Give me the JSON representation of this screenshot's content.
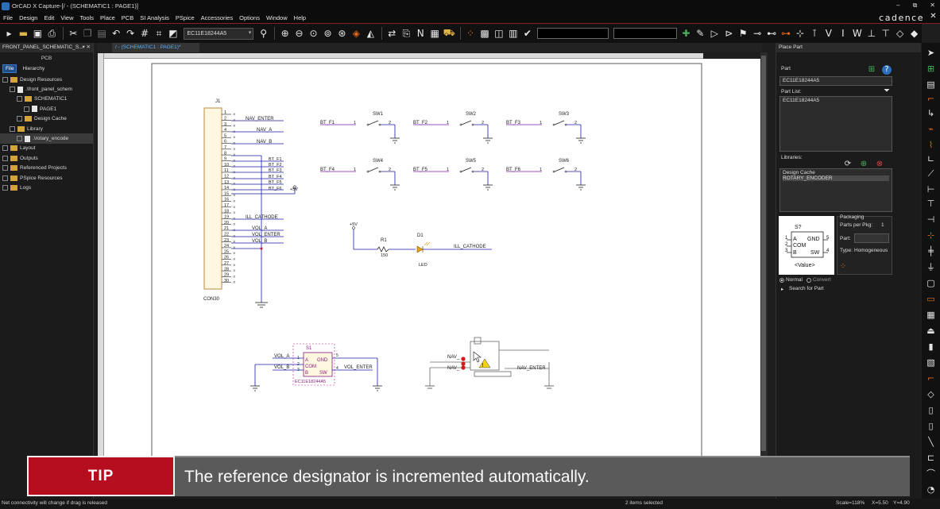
{
  "window": {
    "title": "OrCAD X Capture-[/ - (SCHEMATIC1 : PAGE1)]",
    "controls": [
      "–",
      "⧉",
      "✕"
    ]
  },
  "menu": {
    "items": [
      "File",
      "Design",
      "Edit",
      "View",
      "Tools",
      "Place",
      "PCB",
      "SI Analysis",
      "PSpice",
      "Accessories",
      "Options",
      "Window",
      "Help"
    ],
    "brand": "cadence",
    "close": "✕"
  },
  "toolbar": {
    "part_combo_value": "EC11E18244A5"
  },
  "left_panel": {
    "tab_title": "FRONT_PANEL_SCHEMATIC_S...",
    "tab_controls": "▾ ✕",
    "heading": "PCB",
    "tabs": [
      "File",
      "Hierarchy"
    ],
    "tree": [
      {
        "label": "Design Resources",
        "indent": 0,
        "icon": "folder"
      },
      {
        "label": ".\\front_panel_schem",
        "indent": 1,
        "icon": "file"
      },
      {
        "label": "SCHEMATIC1",
        "indent": 2,
        "icon": "folder"
      },
      {
        "label": "PAGE1",
        "indent": 3,
        "icon": "file"
      },
      {
        "label": "Design Cache",
        "indent": 2,
        "icon": "folder"
      },
      {
        "label": "Library",
        "indent": 1,
        "icon": "folder"
      },
      {
        "label": ".\\rotary_encode",
        "indent": 2,
        "icon": "file",
        "selected": true
      },
      {
        "label": "Layout",
        "indent": 0,
        "icon": "folder"
      },
      {
        "label": "Outputs",
        "indent": 0,
        "icon": "folder"
      },
      {
        "label": "Referenced Projects",
        "indent": 0,
        "icon": "folder"
      },
      {
        "label": "PSpice Resources",
        "indent": 0,
        "icon": "folder"
      },
      {
        "label": "Logs",
        "indent": 0,
        "icon": "folder"
      }
    ]
  },
  "document": {
    "tab_label": "/ - (SCHEMATIC1 : PAGE1)*"
  },
  "schematic": {
    "connector": {
      "ref": "J1",
      "value": "CON30",
      "pins": [
        "1",
        "2",
        "3",
        "4",
        "5",
        "6",
        "7",
        "8",
        "9",
        "10",
        "11",
        "12",
        "13",
        "14",
        "15",
        "16",
        "17",
        "18",
        "19",
        "20",
        "21",
        "22",
        "23",
        "24",
        "25",
        "26",
        "27",
        "28",
        "29",
        "30"
      ],
      "nets": [
        "NAV_ENTER",
        "NAV_A",
        "NAV_B",
        "BT_F1",
        "BT_F2",
        "BT_F3",
        "BT_F4",
        "BT_F5",
        "BT_F6",
        "ILL_CATHODE",
        "VOL_A",
        "VOL_ENTER",
        "VOL_B"
      ],
      "power": "+5V"
    },
    "switches": [
      {
        "ref": "SW1",
        "net": "BT_F1"
      },
      {
        "ref": "SW2",
        "net": "BT_F2"
      },
      {
        "ref": "SW3",
        "net": "BT_F3"
      },
      {
        "ref": "SW4",
        "net": "BT_F4"
      },
      {
        "ref": "SW5",
        "net": "BT_F5"
      },
      {
        "ref": "SW6",
        "net": "BT_F6"
      }
    ],
    "switch_pins": [
      "1",
      "2"
    ],
    "led_circuit": {
      "power": "+5V",
      "resistor_ref": "R1",
      "resistor_value": "150",
      "led_ref": "D1",
      "led_value": "LED",
      "net": "ILL_CATHODE"
    },
    "encoder": {
      "ref": "S1",
      "part": "EC11E18244A5",
      "pins": [
        "A",
        "COM",
        "B",
        "GND",
        "SW"
      ],
      "pin_numbers": [
        "1",
        "2",
        "3",
        "5",
        "4"
      ],
      "nets": [
        "VOL_A",
        "VOL_B",
        "VOL_ENTER"
      ]
    },
    "placing": {
      "nets": [
        "NAV_",
        "NAV_",
        "NAV_ENTER"
      ],
      "warning": "!"
    }
  },
  "right_panel": {
    "title": "Place Part",
    "part_label": "Part",
    "part_value": "EC11E18244A5",
    "part_list_label": "Part List:",
    "part_list_items": [
      "EC11E18244A5"
    ],
    "libraries_label": "Libraries:",
    "libraries": [
      "Design Cache",
      "ROTARY_ENCODER"
    ],
    "preview": {
      "ref": "S?",
      "pins_left": [
        "A",
        "COM",
        "B"
      ],
      "pins_right": [
        "GND",
        "SW"
      ],
      "nums_left": [
        "1",
        "2",
        "3"
      ],
      "nums_right": [
        "5",
        "4"
      ],
      "value": "<Value>"
    },
    "packaging_label": "Packaging",
    "parts_per_pkg_label": "Parts per Pkg:",
    "parts_per_pkg_value": "1",
    "part_field_label": "Part:",
    "type_label": "Type:",
    "type_value": "Homogeneous",
    "radio_normal": "Normal",
    "radio_convert": "Convert",
    "search_label": "Search for Part"
  },
  "tip": {
    "label": "TIP",
    "message": "The reference designator is incremented automatically."
  },
  "status": {
    "left": "Net connectivity will change if drag is released",
    "middle": "2 items selected",
    "scale": "Scale=118%",
    "x": "X=5.50",
    "y": "Y=4.90"
  },
  "colors": {
    "accent_red": "#b50f1f",
    "wire_blue": "#1a1aa6",
    "bus_purple": "#7a1aa6",
    "component_magenta": "#8a1a7a",
    "gnd_gray": "#2a2a2a"
  }
}
